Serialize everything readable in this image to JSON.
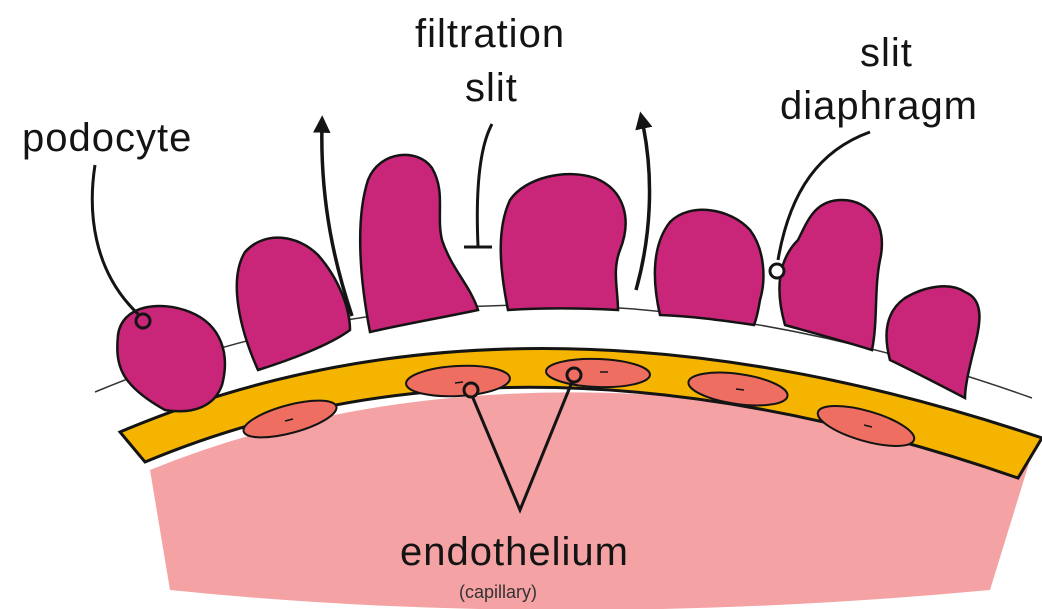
{
  "labels": {
    "filtration_line1": "filtration",
    "filtration_line2": "slit",
    "slit_diaphragm_line1": "slit",
    "slit_diaphragm_line2": "diaphragm",
    "podocyte": "podocyte",
    "endothelium": "endothelium",
    "capillary": "(capillary)"
  },
  "colors": {
    "podocyte": "#c92679",
    "basement_membrane": "#f4b400",
    "capillary": "#f4a2a4",
    "endothelial_cell": "#ee6e62",
    "line": "#141414"
  }
}
